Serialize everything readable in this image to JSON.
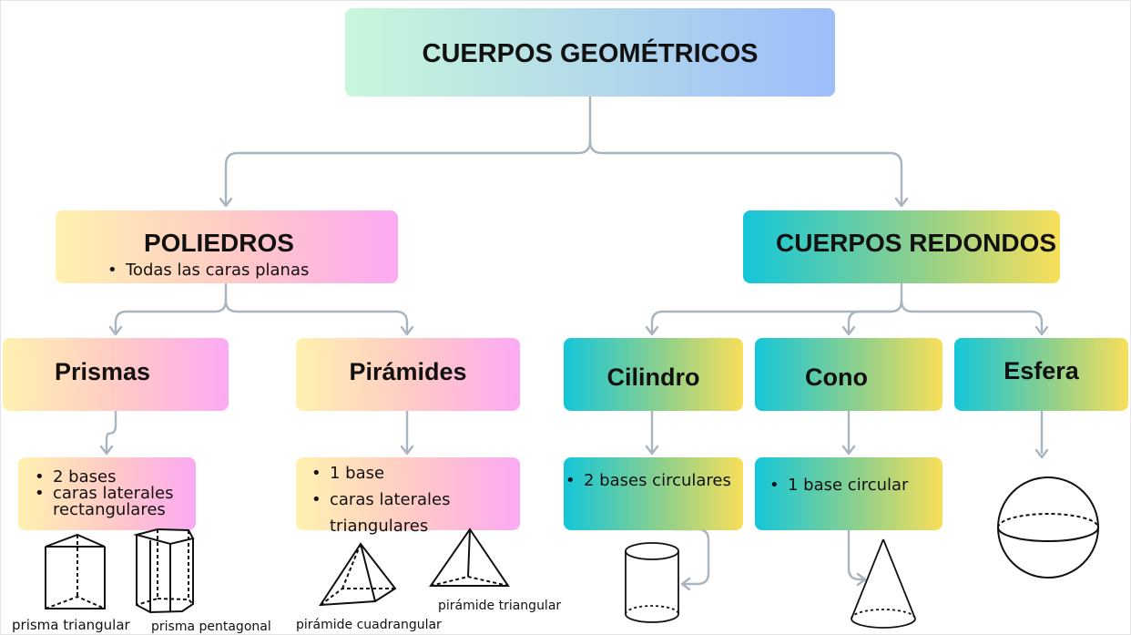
{
  "root": {
    "title": "CUERPOS GEOMÉTRICOS"
  },
  "poliedros": {
    "title": "POLIEDROS",
    "points": [
      "Todas las caras planas"
    ]
  },
  "redondos": {
    "title": "CUERPOS REDONDOS"
  },
  "prismas": {
    "title": "Prismas",
    "points": [
      "2 bases",
      "caras laterales",
      "rectangulares"
    ],
    "figures": [
      "prisma triangular",
      "prisma pentagonal"
    ]
  },
  "piramides": {
    "title": "Pirámides",
    "points": [
      "1 base",
      "caras laterales",
      "triangulares"
    ],
    "figures": [
      "pirámide cuadrangular",
      "pirámide triangular"
    ]
  },
  "cilindro": {
    "title": "Cilindro",
    "points": [
      "2 bases circulares"
    ]
  },
  "cono": {
    "title": "Cono",
    "points": [
      "1 base circular"
    ]
  },
  "esfera": {
    "title": "Esfera"
  },
  "colors": {
    "connector": "#aab4bf",
    "stroke": "#111111"
  }
}
